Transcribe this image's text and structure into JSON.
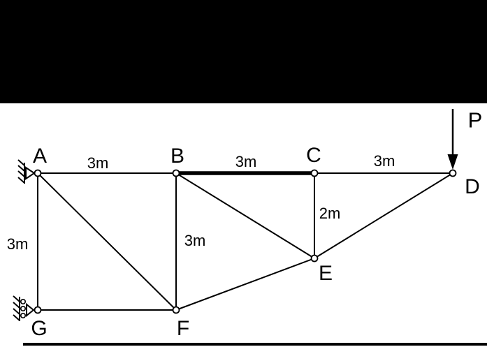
{
  "diagram": {
    "title": "truss-structure",
    "nodes": {
      "A": {
        "label": "A"
      },
      "B": {
        "label": "B"
      },
      "C": {
        "label": "C"
      },
      "D": {
        "label": "D"
      },
      "E": {
        "label": "E"
      },
      "F": {
        "label": "F"
      },
      "G": {
        "label": "G"
      }
    },
    "dimensions": {
      "ab": {
        "label": "3m"
      },
      "bc": {
        "label": "3m"
      },
      "cd": {
        "label": "3m"
      },
      "ag": {
        "label": "3m"
      },
      "bf": {
        "label": "3m"
      },
      "ce": {
        "label": "2m"
      }
    },
    "load": {
      "label": "P"
    },
    "supports": {
      "A": "pin-against-wall",
      "G": "roller-against-wall"
    }
  },
  "colors": {
    "line": "#000000",
    "background": "#ffffff",
    "bar": "#000000"
  }
}
